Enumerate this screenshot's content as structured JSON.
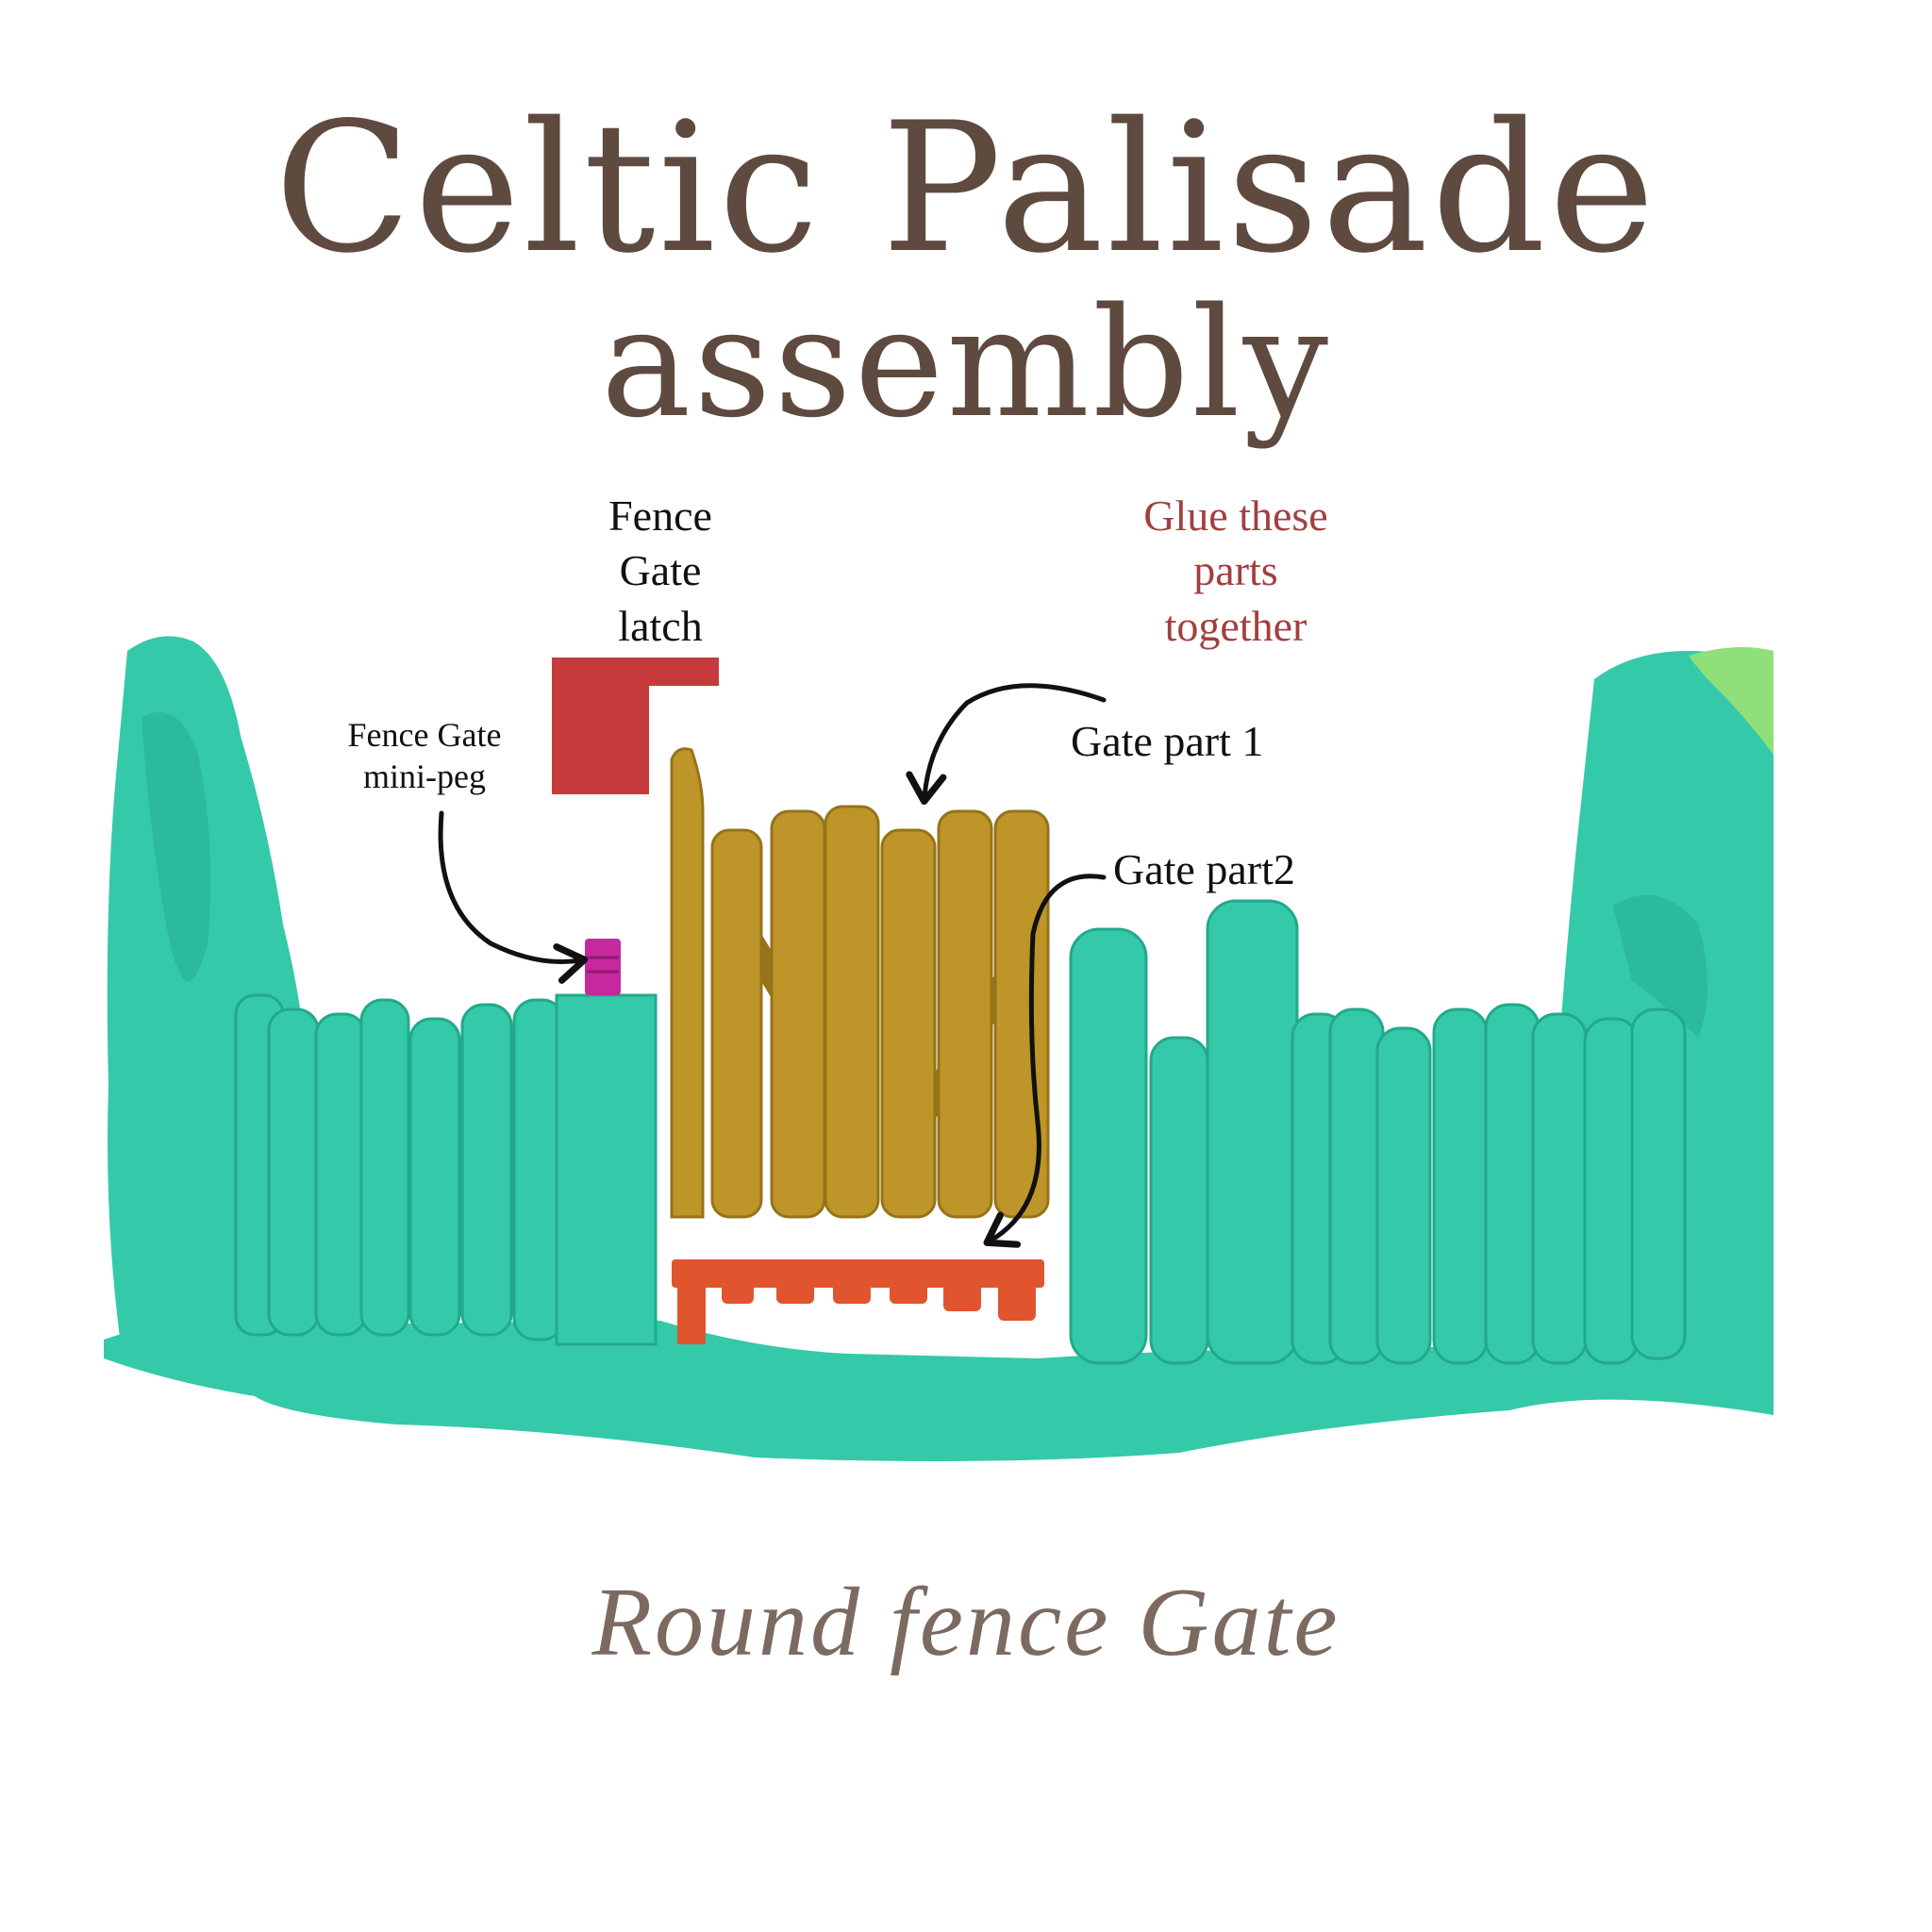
{
  "title": {
    "line1": "Celtic Palisade",
    "line2": "assembly"
  },
  "subtitle": "Round fence Gate",
  "labels": {
    "latch": [
      "Fence",
      "Gate",
      "latch"
    ],
    "glue": [
      "Glue these",
      "parts",
      "together"
    ],
    "minipeg": [
      "Fence Gate",
      "mini-peg"
    ],
    "gate_part_1": "Gate part 1",
    "gate_part_2": "Gate part2"
  },
  "colors": {
    "title": "#5f4a40",
    "subtitle": "#7c6a61",
    "glue_text": "#a23f3f",
    "palisade": "#34c9a9",
    "palisade_shade": "#22a98b",
    "gate_wood": "#bd9528",
    "gate_wood_shade": "#96731a",
    "gate_base": "#e0552e",
    "latch": "#c63a3c",
    "mini_peg": "#c6289e",
    "grass": "#8fe07a"
  }
}
